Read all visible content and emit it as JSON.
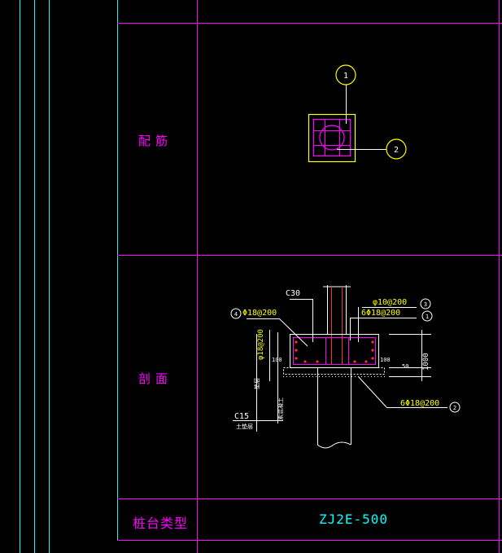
{
  "rows": {
    "reinforcement_label": "配筋",
    "section_label": "剖面",
    "type_label": "桩台类型",
    "type_value": "ZJ2E-500"
  },
  "plan": {
    "callout_1": "1",
    "callout_2": "2"
  },
  "section": {
    "concrete_grade": "C30",
    "cushion_grade": "C15",
    "rebar_top_right_1": "φ10@200",
    "rebar_top_right_2": "6Φ18@200",
    "rebar_left_top": "Φ18@200",
    "rebar_left_vertical": "φ18@200",
    "rebar_bottom": "6Φ18@200",
    "callout_1": "1",
    "callout_2": "2",
    "callout_3": "3",
    "callout_4": "4",
    "dim_100_left": "100",
    "dim_100_right": "100",
    "dim_50": "50",
    "dim_1000": "1000",
    "note_left_vertical": "垫层",
    "note_cushion": "素混凝土",
    "note_soil": "土垫层"
  },
  "colors": {
    "grid_magenta": "#ff00ff",
    "grid_cyan": "#00ffff",
    "drawing_yellow": "#ffff00",
    "drawing_white": "#ffffff",
    "drawing_red": "#ff3030"
  }
}
